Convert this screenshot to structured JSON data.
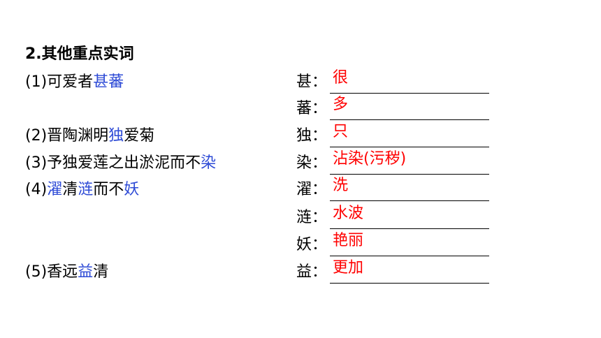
{
  "title": "2.其他重点实词",
  "phrases": [
    {
      "segments": [
        {
          "text": "(1)可爱者",
          "hl": false
        },
        {
          "text": "甚蕃",
          "hl": true
        }
      ]
    },
    {
      "segments": [
        {
          "text": "(2)晋陶渊明",
          "hl": false
        },
        {
          "text": "独",
          "hl": true
        },
        {
          "text": "爱菊",
          "hl": false
        }
      ]
    },
    {
      "segments": [
        {
          "text": "(3)予独爱莲之出淤泥而不",
          "hl": false
        },
        {
          "text": "染",
          "hl": true
        }
      ]
    },
    {
      "segments": [
        {
          "text": "(4)",
          "hl": false
        },
        {
          "text": "濯",
          "hl": true
        },
        {
          "text": "清",
          "hl": false
        },
        {
          "text": "涟",
          "hl": true
        },
        {
          "text": "而不",
          "hl": false
        },
        {
          "text": "妖",
          "hl": true
        }
      ]
    },
    {
      "segments": [
        {
          "text": "(5)香远",
          "hl": false
        },
        {
          "text": "益",
          "hl": true
        },
        {
          "text": "清",
          "hl": false
        }
      ]
    }
  ],
  "entries": [
    {
      "term": "甚：",
      "answer": "很"
    },
    {
      "term": "蕃：",
      "answer": "多"
    },
    {
      "term": "独：",
      "answer": "只"
    },
    {
      "term": "染：",
      "answer": "沾染(污秽)"
    },
    {
      "term": "濯：",
      "answer": "洗"
    },
    {
      "term": "涟：",
      "answer": "水波"
    },
    {
      "term": "妖：",
      "answer": "艳丽"
    },
    {
      "term": "益：",
      "answer": "更加"
    }
  ],
  "colors": {
    "highlight": "#2e4bd6",
    "answer": "#ff0000",
    "text": "#000000"
  }
}
